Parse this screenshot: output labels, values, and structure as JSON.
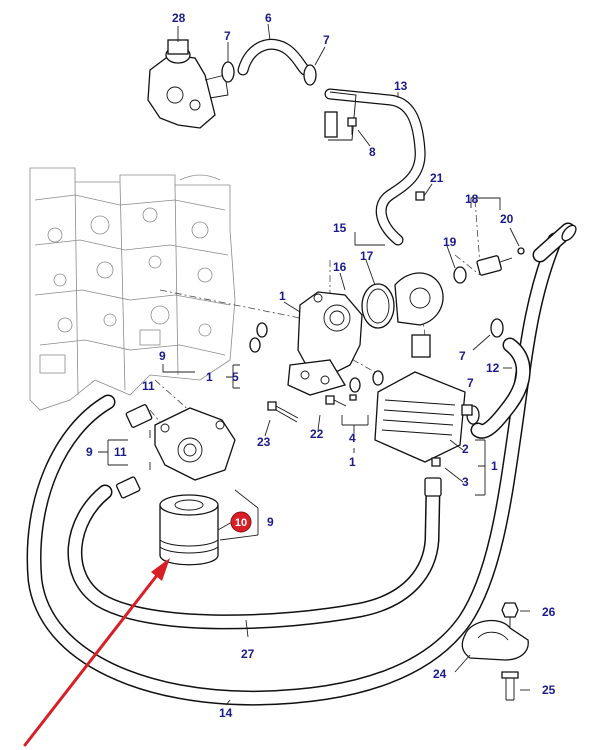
{
  "callouts": {
    "c1a": "1",
    "c1b": "1",
    "c1c": "1",
    "c1d": "1",
    "c2": "2",
    "c3": "3",
    "c4": "4",
    "c5": "5",
    "c6": "6",
    "c7a": "7",
    "c7b": "7",
    "c7c": "7",
    "c7d": "7",
    "c8": "8",
    "c9a": "9",
    "c9b": "9",
    "c9c": "9",
    "c10": "10",
    "c11a": "11",
    "c11b": "11",
    "c12": "12",
    "c13": "13",
    "c14": "14",
    "c15": "15",
    "c16": "16",
    "c17": "17",
    "c18": "18",
    "c19": "19",
    "c20": "20",
    "c21": "21",
    "c22": "22",
    "c23": "23",
    "c24": "24",
    "c25": "25",
    "c26": "26",
    "c27": "27",
    "c28": "28"
  },
  "colors": {
    "callout_text": "#1a1a8c",
    "highlight_badge": "#d81f26",
    "pointer_arrow": "#d81f26",
    "line_art": "#111111"
  }
}
